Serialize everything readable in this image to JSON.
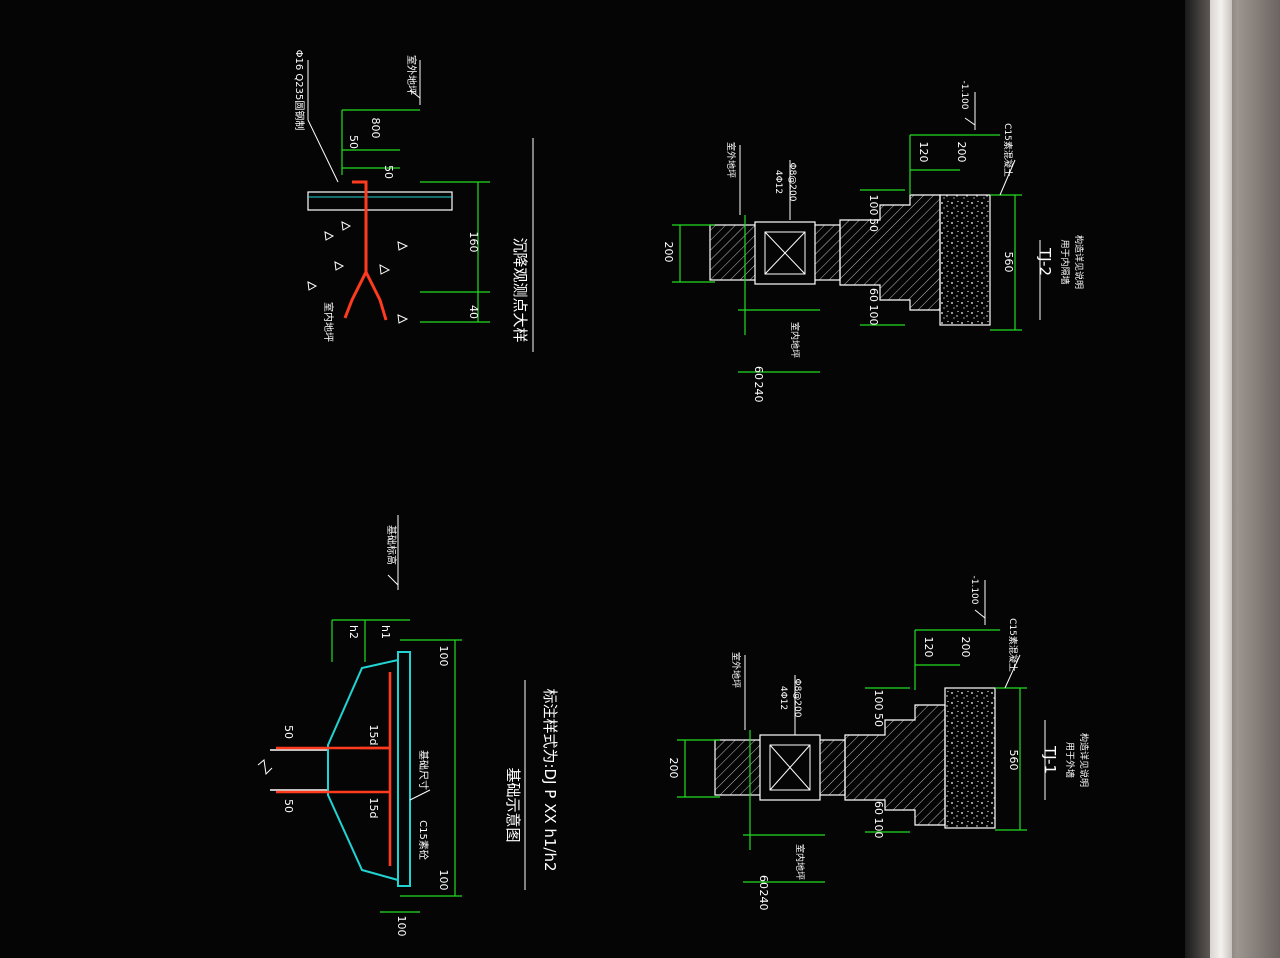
{
  "colors": {
    "background": "#050505",
    "outline": "#ffffff",
    "dimension": "#22dd22",
    "foundation_edge": "#22d3d3",
    "rebar": "#ff3b1f",
    "hatch": "#bbbbbb"
  },
  "settlement_detail": {
    "title": "沉降观测点大样",
    "top_note": "室外地坪",
    "rebar_note": "Φ16 Q235圆钢制",
    "bottom_note": "室内地坪",
    "dims": {
      "d800": "800",
      "d50a": "50",
      "d50b": "50",
      "d160": "160",
      "d40": "40"
    }
  },
  "foundation_schematic": {
    "title": "基础示意图",
    "subtitle": "标注样式为:DJ P XX h1/h2",
    "grade_note": "基础标高",
    "size_note": "基础尺寸",
    "cushion_note": "C15素砼",
    "dims": {
      "d50a": "50",
      "d50b": "50",
      "d15d_a": "15d",
      "d15d_b": "15d",
      "d100a": "100",
      "d100b": "100",
      "d100c": "100",
      "dh2": "h2",
      "dh1": "h1"
    }
  },
  "tj2": {
    "title": "TJ-2",
    "note1": "用于内隔墙",
    "note2": "构造详见说明",
    "elevation": "-1.100",
    "cushion_note": "C15素混凝土",
    "ring_beam_note1": "4Φ12",
    "ring_beam_note2": "Φ8@200",
    "wall_note_top": "室外地坪",
    "wall_note_bottom": "室内地坪",
    "dims": {
      "d200": "200",
      "d240": "240",
      "d60": "60",
      "d560": "560",
      "d120": "120",
      "d200b": "200",
      "d100": "100",
      "d50": "50",
      "d60b": "60",
      "d100b": "100"
    }
  },
  "tj1": {
    "title": "TJ-1",
    "note1": "用于外墙",
    "note2": "构造详见说明",
    "elevation": "-1.100",
    "cushion_note": "C15素混凝土",
    "ring_beam_note1": "4Φ12",
    "ring_beam_note2": "Φ8@200",
    "wall_note_top": "室外地坪",
    "wall_note_bottom": "室内地坪",
    "dims": {
      "d200": "200",
      "d240": "240",
      "d60": "60",
      "d560": "560",
      "d120": "120",
      "d200b": "200",
      "d100": "100",
      "d50": "50",
      "d60b": "60",
      "d100b": "100"
    }
  }
}
